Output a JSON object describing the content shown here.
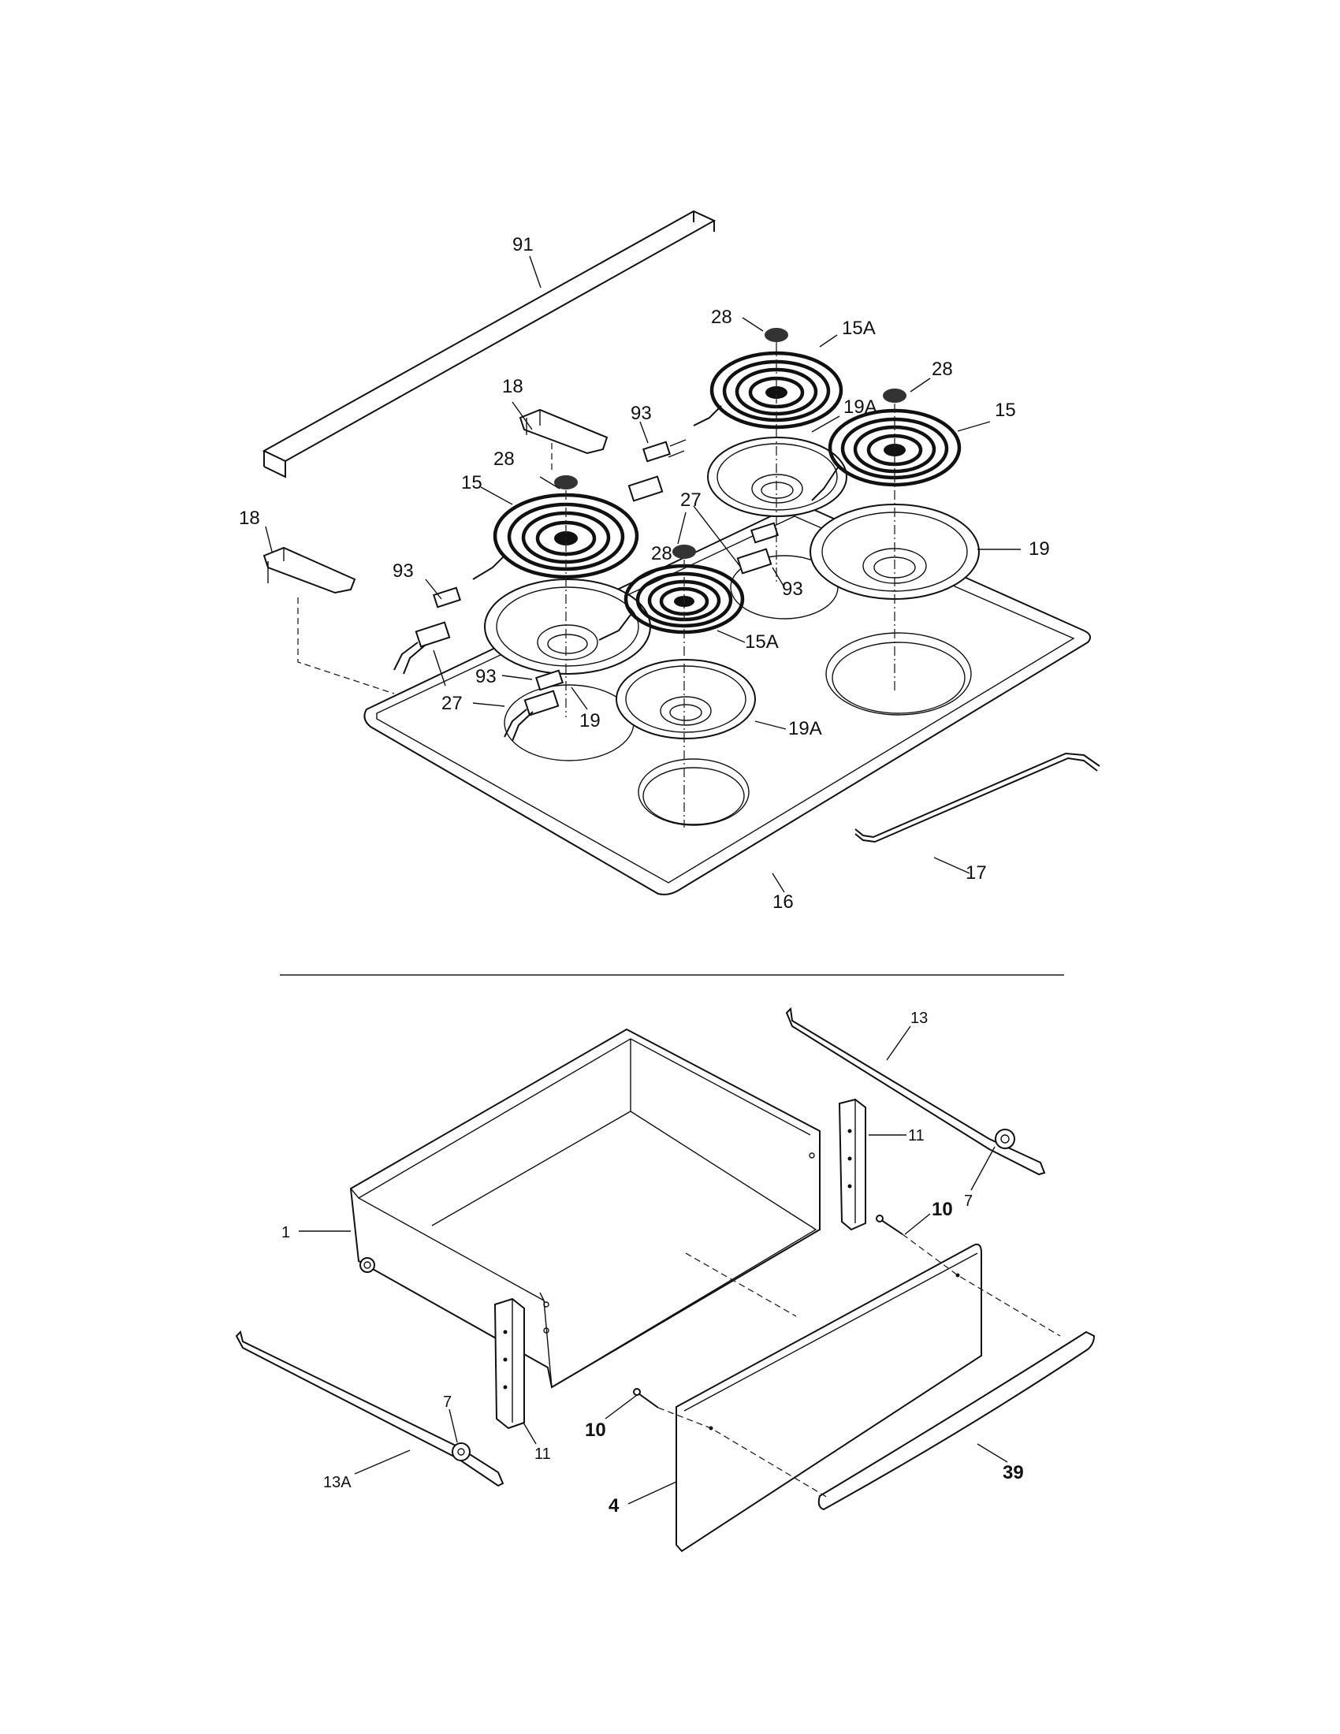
{
  "labels": {
    "top_91": "91",
    "top_28a": "28",
    "top_15A_top": "15A",
    "top_28b": "28",
    "top_18a": "18",
    "top_93a": "93",
    "top_19A_top": "19A",
    "top_15_right": "15",
    "top_28c": "28",
    "top_15_left": "15",
    "top_27a": "27",
    "top_18b": "18",
    "top_28d": "28",
    "top_19_right": "19",
    "top_93b": "93",
    "top_93c": "93",
    "top_15A_front": "15A",
    "top_93d": "93",
    "top_27b": "27",
    "top_19_left": "19",
    "top_19A_front": "19A",
    "top_17": "17",
    "top_16": "16",
    "bot_13": "13",
    "bot_11_right": "11",
    "bot_7_right": "7",
    "bot_1": "1",
    "bot_10_right": "10",
    "bot_7_left": "7",
    "bot_13A": "13A",
    "bot_11_left": "11",
    "bot_10_left": "10",
    "bot_4": "4",
    "bot_39": "39"
  }
}
